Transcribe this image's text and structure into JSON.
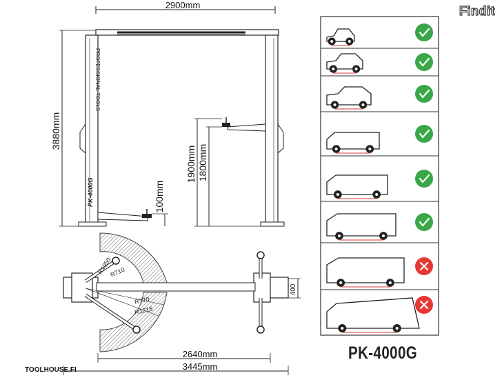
{
  "brand": {
    "logo_text": "Findit"
  },
  "source": {
    "label": "TOOLHOUSE.FI"
  },
  "model": {
    "name": "PK-4000G"
  },
  "lift": {
    "post_label": "PK-4000G",
    "post_small_label": "PROFESSIONAL TOOLS"
  },
  "dimensions": {
    "width_top": "2900mm",
    "height_total": "3880mm",
    "lift_height": "1900mm",
    "pad_height": "1800mm",
    "min_height": "100mm",
    "inner_width": "2640mm",
    "overall_width": "3445mm",
    "base_depth": "400",
    "arm_r1050": "R1050",
    "arm_r710": "R710",
    "arm_r770": "R770",
    "arm_r1215": "R1215"
  },
  "compatibility": [
    {
      "vehicle": "microcar-icon",
      "supported": true,
      "status_icon": "check-icon"
    },
    {
      "vehicle": "station-wagon-icon",
      "supported": true,
      "status_icon": "check-icon"
    },
    {
      "vehicle": "suv-icon",
      "supported": true,
      "status_icon": "check-icon"
    },
    {
      "vehicle": "small-van-icon",
      "supported": true,
      "status_icon": "check-icon"
    },
    {
      "vehicle": "medium-van-icon",
      "supported": true,
      "status_icon": "check-icon"
    },
    {
      "vehicle": "long-van-icon",
      "supported": true,
      "status_icon": "check-icon"
    },
    {
      "vehicle": "extra-long-van-icon",
      "supported": false,
      "status_icon": "cross-icon"
    },
    {
      "vehicle": "motorhome-icon",
      "supported": false,
      "status_icon": "cross-icon"
    }
  ],
  "colors": {
    "check": "#3aa648",
    "cross": "#e53935",
    "hatch": "#555555",
    "line": "#222222"
  }
}
